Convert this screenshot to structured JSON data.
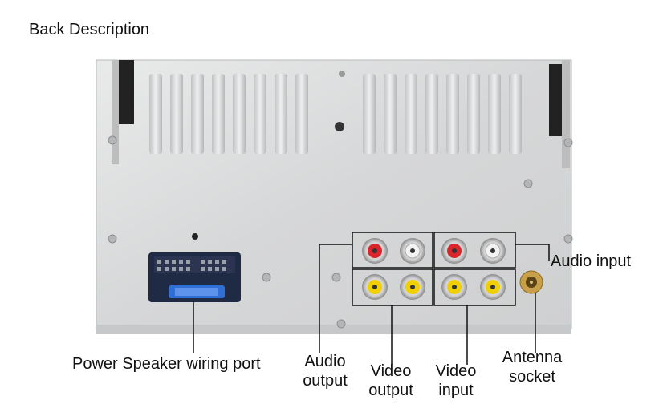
{
  "page": {
    "title": "Back Description"
  },
  "labels": {
    "audio_input": "Audio input",
    "power_speaker": "Power Speaker wiring port",
    "audio_output": [
      "Audio",
      "output"
    ],
    "video_output": [
      "Video",
      "output"
    ],
    "video_input": [
      "Video",
      "input"
    ],
    "antenna_socket": [
      "Antenna",
      "socket"
    ]
  },
  "colors": {
    "panel": "#dcdddd",
    "rca_red": "#d8262a",
    "rca_white": "#f2f2f2",
    "rca_yellow": "#f0d000",
    "connector": "#1f2a44",
    "fuse": "#2f6fd6",
    "antenna": "#c8a04a"
  }
}
